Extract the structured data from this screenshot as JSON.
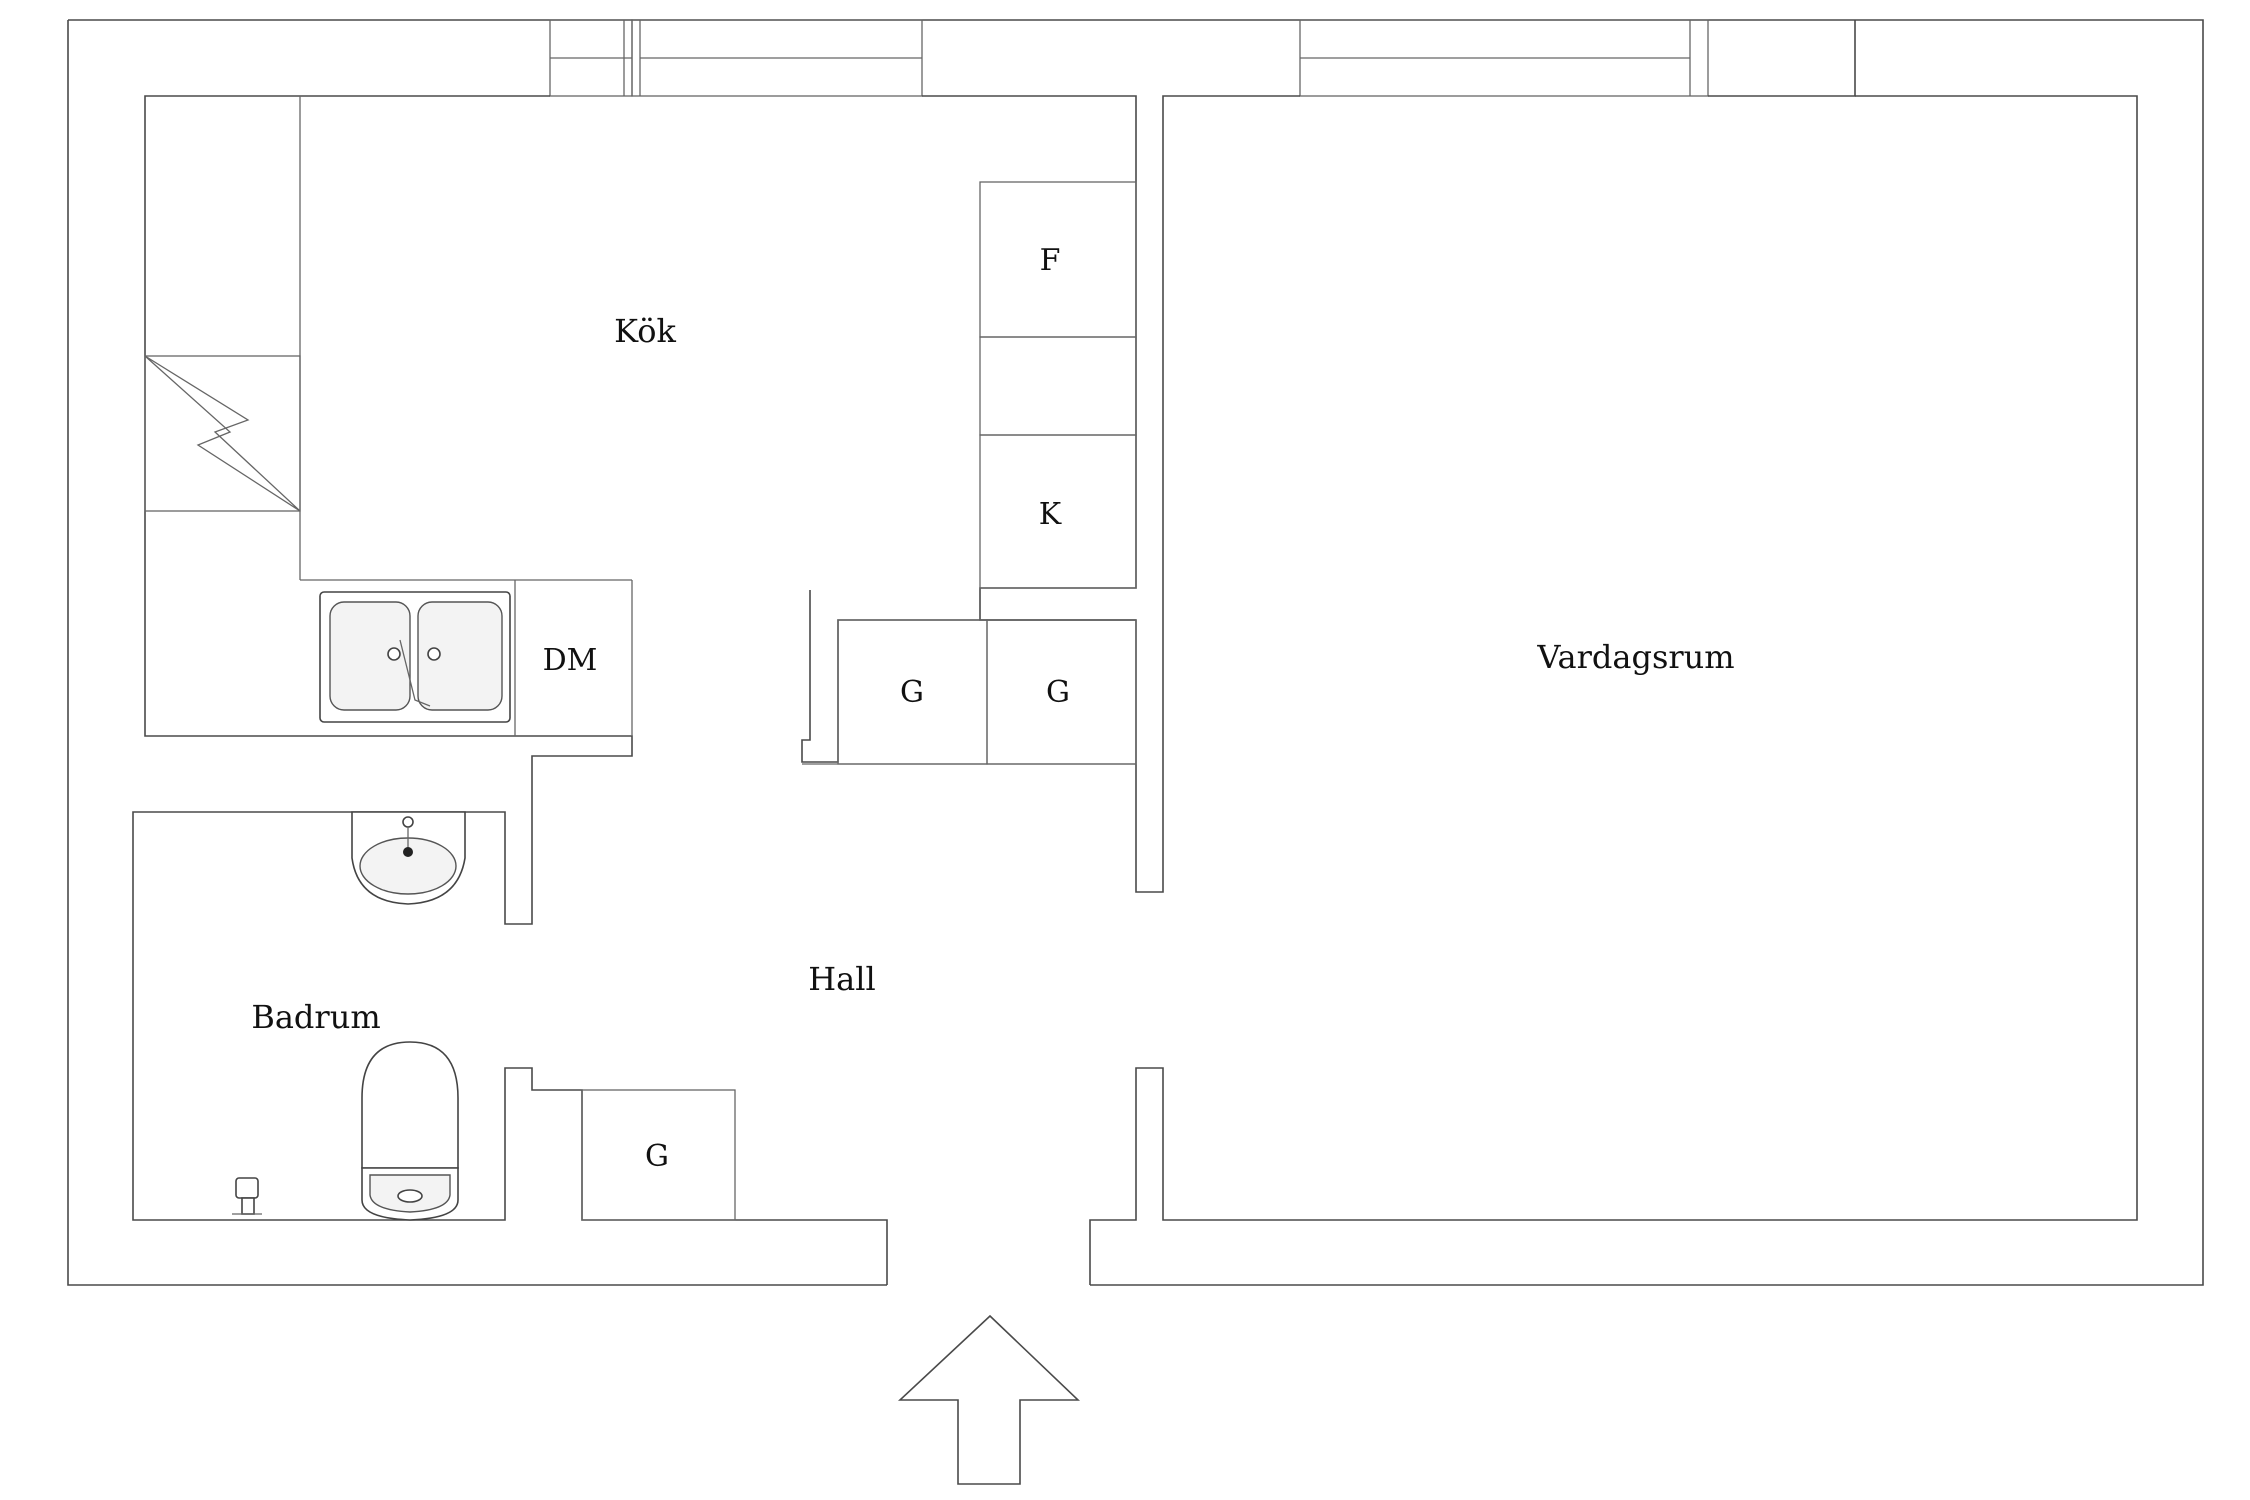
{
  "rooms": {
    "kitchen": "Kök",
    "living_room": "Vardagsrum",
    "hall": "Hall",
    "bathroom": "Badrum"
  },
  "appliances": {
    "fridge": "F",
    "freezer": "K",
    "dishwasher": "DM",
    "wardrobe_a": "G",
    "wardrobe_b": "G",
    "wardrobe_c": "G"
  }
}
